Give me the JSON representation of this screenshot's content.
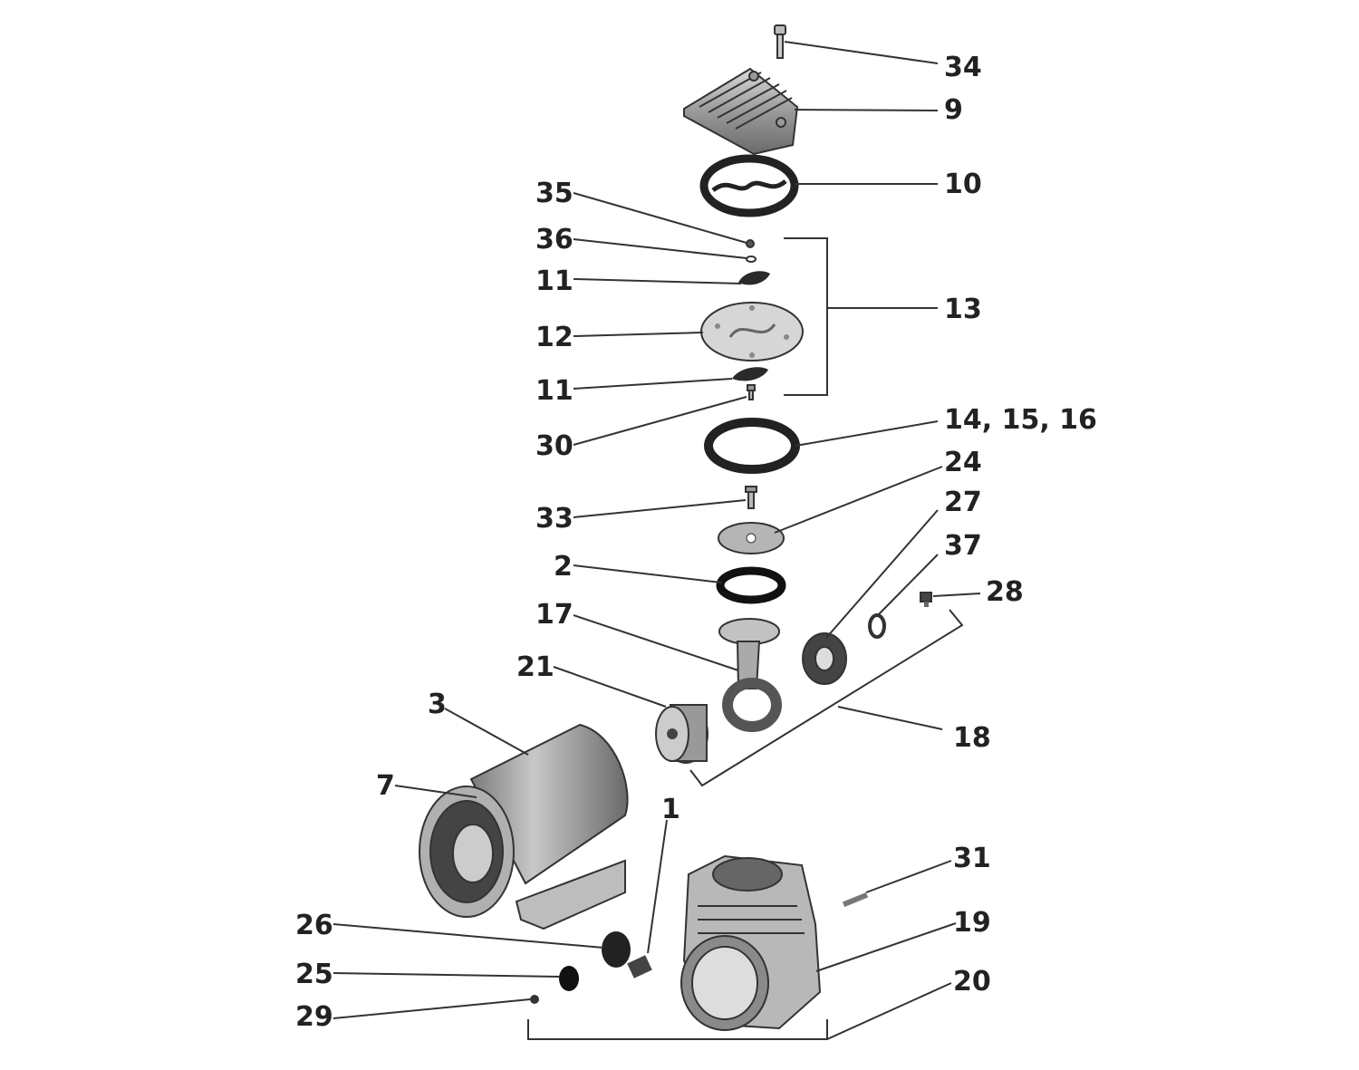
{
  "labels": {
    "p34": "34",
    "p9": "9",
    "p10": "10",
    "p35": "35",
    "p36": "36",
    "p11a": "11",
    "p12": "12",
    "p13": "13",
    "p11b": "11",
    "p30": "30",
    "p14": "14, 15, 16",
    "p24": "24",
    "p33": "33",
    "p27": "27",
    "p37": "37",
    "p2": "2",
    "p28": "28",
    "p17": "17",
    "p21": "21",
    "p3": "3",
    "p18": "18",
    "p7": "7",
    "p1": "1",
    "p31": "31",
    "p26": "26",
    "p19": "19",
    "p25": "25",
    "p20": "20",
    "p29": "29"
  },
  "colors": {
    "line": "#333333",
    "part_fill": "#a8a8a8",
    "dark": "#2a2a2a",
    "light": "#d6d6d6"
  }
}
